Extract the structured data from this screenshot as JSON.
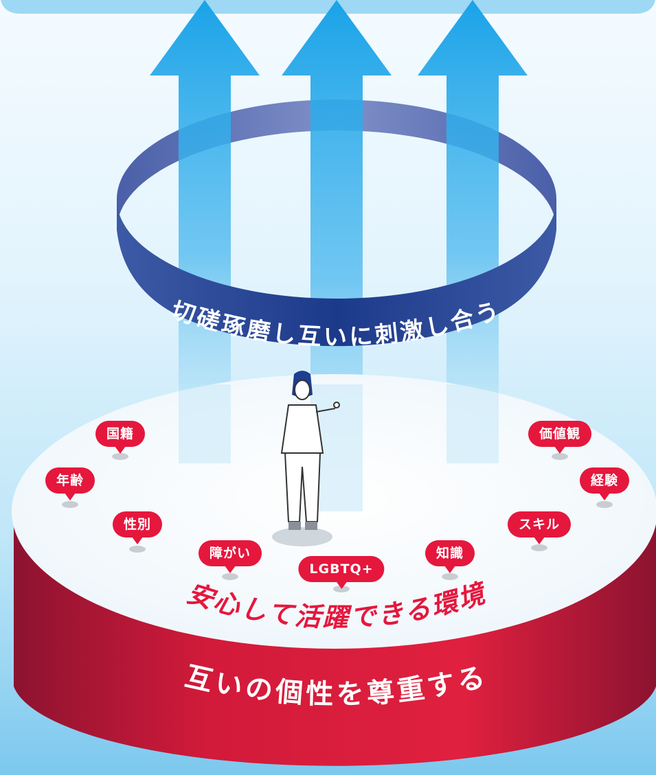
{
  "ring_label": "切磋琢磨し互いに刺激し合う",
  "platform_label": "互いの個性を尊重する",
  "surface_label": "安心して活躍できる環境",
  "attributes": [
    "国籍",
    "年齢",
    "性別",
    "障がい",
    "LGBTQ+",
    "知識",
    "スキル",
    "経験",
    "価値観"
  ],
  "colors": {
    "arrow": "#1aa3e8",
    "ring": "#283f8f",
    "platform_red": "#d41938",
    "tag_red": "#e5173d",
    "sky": "#7cc8ee"
  }
}
